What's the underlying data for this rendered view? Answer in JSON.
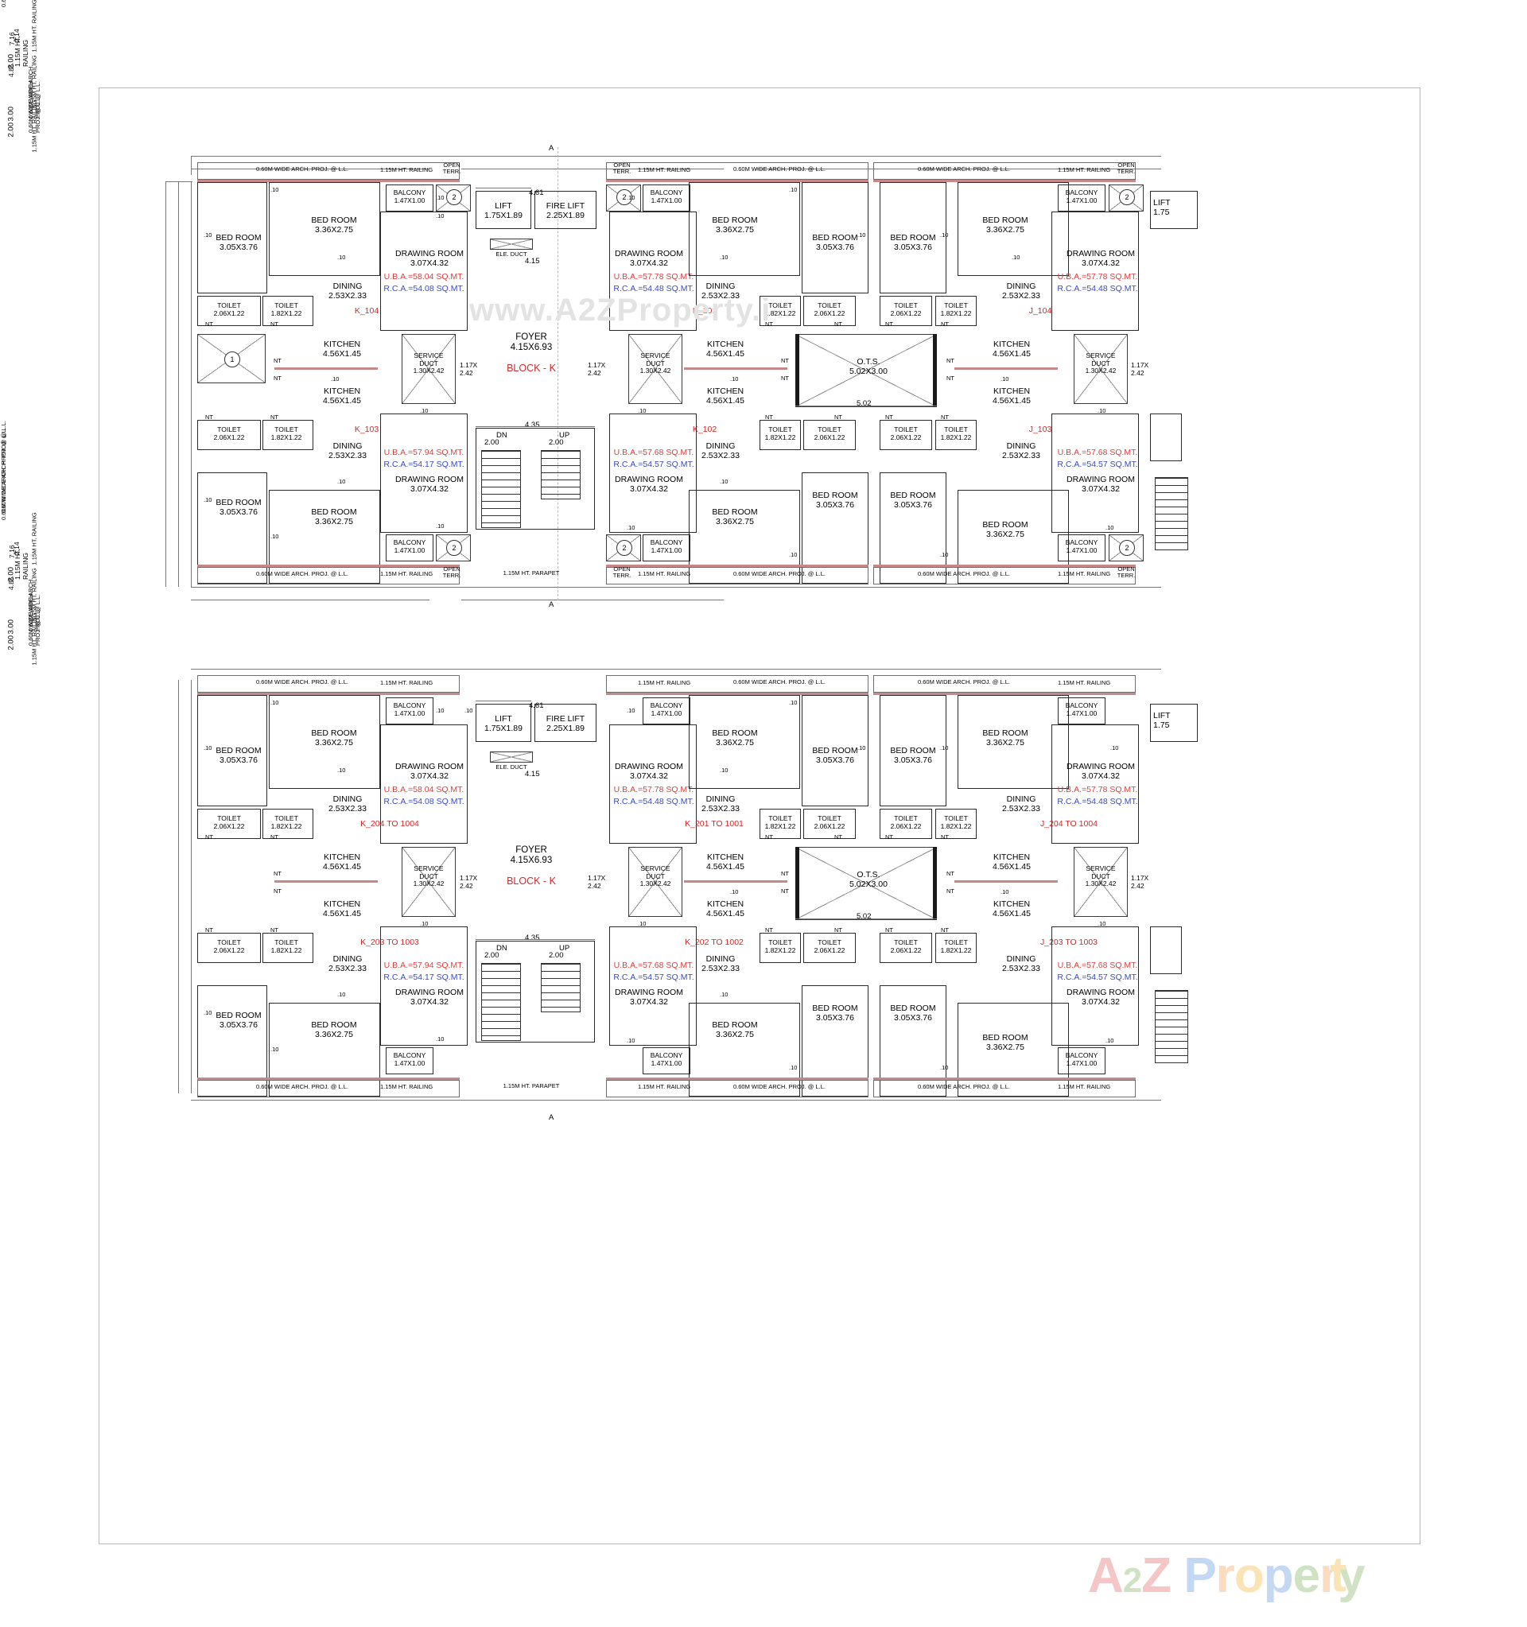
{
  "sheet": {
    "watermark_text": "www.A2ZProperty.i",
    "logo": {
      "a": "A",
      "two": "2",
      "z": "Z",
      "word": "Property"
    }
  },
  "common": {
    "arch_proj": "0.60M WIDE ARCH. PROJ. @ L.L.",
    "railing": "1.15M HT. RAILING",
    "parapet": "1.15M HT. PARAPET",
    "open_terr_l1": "OPEN",
    "open_terr_l2": "TERR.",
    "ele_duct": "ELE. DUCT",
    "nt": "NT",
    "dn": "DN",
    "up": "UP",
    "section_mark": "A",
    "bubble_1": "1",
    "bubble_2": "2",
    "thickness": ".10"
  },
  "rooms": {
    "bed_small": {
      "name": "BED ROOM",
      "size": "3.05X3.76"
    },
    "bed_large": {
      "name": "BED ROOM",
      "size": "3.36X2.75"
    },
    "toilet_a": {
      "name": "TOILET",
      "size": "2.06X1.22"
    },
    "toilet_b": {
      "name": "TOILET",
      "size": "1.82X1.22"
    },
    "kitchen": {
      "name": "KITCHEN",
      "size": "4.56X1.45"
    },
    "dining": {
      "name": "DINING",
      "size": "2.53X2.33"
    },
    "drawing": {
      "name": "DRAWING ROOM",
      "size": "3.07X4.32"
    },
    "balcony": {
      "name": "BALCONY",
      "size": "1.47X1.00"
    },
    "lift": {
      "name": "LIFT",
      "size": "1.75X1.89"
    },
    "fire_lift": {
      "name": "FIRE LIFT",
      "size": "2.25X1.89"
    },
    "service_duct": {
      "name": "SERVICE",
      "name2": "DUCT",
      "size": "1.30X2.42"
    },
    "foyer": {
      "name": "FOYER",
      "size": "4.15X6.93"
    },
    "ots": {
      "name": "O.T.S.",
      "size": "5.02X3.00"
    }
  },
  "block_label": "BLOCK - K",
  "dims": {
    "d461": "4.61",
    "d415": "4.15",
    "d435": "4.35",
    "d200": "2.00",
    "d214": "2.14",
    "d716": "7.16",
    "d485": "4.85",
    "d502": "5.02",
    "d300": "3.00",
    "d117": "1.17X",
    "d242": "2.42",
    "d10": ".10",
    "d1752": "1.75"
  },
  "floor1": {
    "units": [
      {
        "id": "K_104",
        "uba": "U.B.A.=58.04 SQ.MT.",
        "rca": "R.C.A.=54.08 SQ.MT."
      },
      {
        "id": "K_101",
        "uba": "U.B.A.=57.78 SQ.MT.",
        "rca": "R.C.A.=54.48 SQ.MT."
      },
      {
        "id": "J_104",
        "uba": "U.B.A.=57.78 SQ.MT.",
        "rca": "R.C.A.=54.48 SQ.MT."
      },
      {
        "id": "K_103",
        "uba": "U.B.A.=57.94 SQ.MT.",
        "rca": "R.C.A.=54.17 SQ.MT."
      },
      {
        "id": "K_102",
        "uba": "U.B.A.=57.68 SQ.MT.",
        "rca": "R.C.A.=54.57 SQ.MT."
      },
      {
        "id": "J_103",
        "uba": "U.B.A.=57.68 SQ.MT.",
        "rca": "R.C.A.=54.57 SQ.MT."
      }
    ]
  },
  "floor2": {
    "units": [
      {
        "id": "K_204 TO 1004",
        "uba": "U.B.A.=58.04 SQ.MT.",
        "rca": "R.C.A.=54.08 SQ.MT."
      },
      {
        "id": "K_201 TO 1001",
        "uba": "U.B.A.=57.78 SQ.MT.",
        "rca": "R.C.A.=54.48 SQ.MT."
      },
      {
        "id": "J_204 TO 1004",
        "uba": "U.B.A.=57.78 SQ.MT.",
        "rca": "R.C.A.=54.48 SQ.MT."
      },
      {
        "id": "K_203 TO 1003",
        "uba": "U.B.A.=57.94 SQ.MT.",
        "rca": "R.C.A.=54.17 SQ.MT."
      },
      {
        "id": "K_202 TO 1002",
        "uba": "U.B.A.=57.68 SQ.MT.",
        "rca": "R.C.A.=54.57 SQ.MT."
      },
      {
        "id": "J_203 TO 1003",
        "uba": "U.B.A.=57.68 SQ.MT.",
        "rca": "R.C.A.=54.57 SQ.MT."
      }
    ]
  }
}
